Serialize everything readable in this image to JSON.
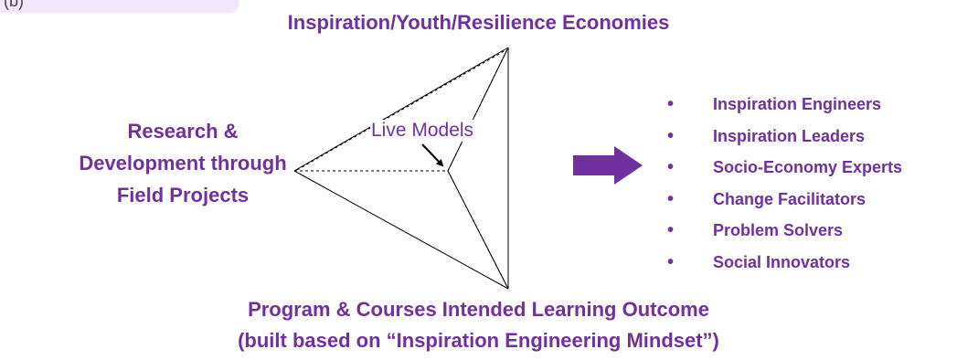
{
  "corner_tag": "(b)",
  "top_title": "Inspiration/Youth/Resilience Economies",
  "left_label": {
    "line1": "Research &",
    "line2": "Development through",
    "line3": "Field Projects"
  },
  "center_label": "Live Models",
  "outcomes": [
    "Inspiration Engineers",
    "Inspiration Leaders",
    "Socio-Economy Experts",
    "Change Facilitators",
    "Problem Solvers",
    "Social Innovators"
  ],
  "bullet_glyph": "•",
  "bottom_title": {
    "line1": "Program & Courses Intended Learning Outcome",
    "line2": "(built based on “Inspiration Engineering Mindset”)"
  },
  "colors": {
    "accent": "#7030a0",
    "arrow": "#7030a0",
    "lines": "#000000"
  }
}
